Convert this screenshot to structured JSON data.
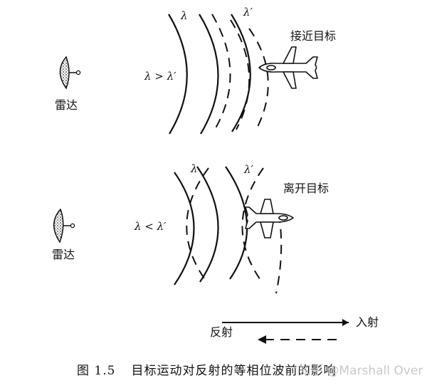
{
  "scenario_approach": {
    "target_label": "接近目标",
    "radar_label": "雷达",
    "lambda_label": "λ",
    "lambda_prime_label": "λ′",
    "relation_label": "λ > λ′"
  },
  "scenario_recede": {
    "target_label": "离开目标",
    "radar_label": "雷达",
    "lambda_label": "λ",
    "lambda_prime_label": "λ′",
    "relation_label": "λ < λ′"
  },
  "legend": {
    "incident_label": "入射",
    "reflected_label": "反射"
  },
  "caption": {
    "number": "图 1.5",
    "text": "目标运动对反射的等相位波前的影响"
  },
  "watermark": "知乎 @Marshall Over",
  "icons": [
    "radar-dish-icon",
    "airplane-icon"
  ]
}
